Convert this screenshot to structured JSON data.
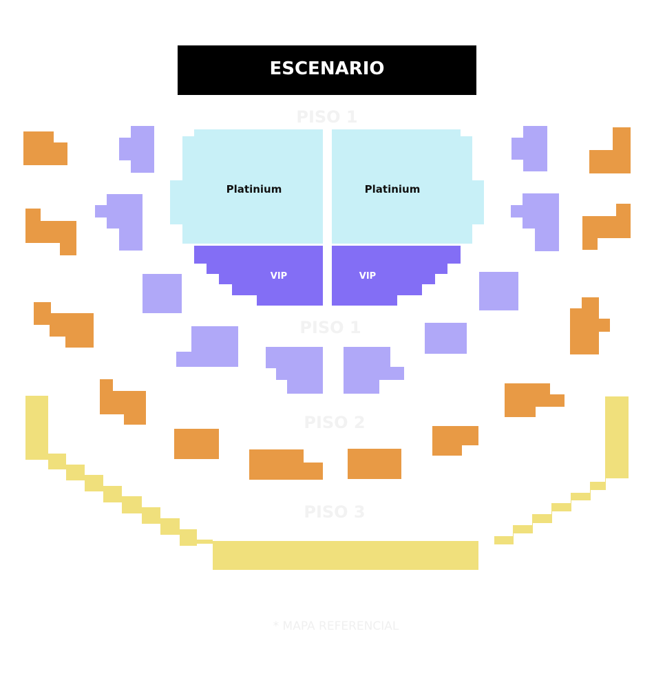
{
  "stage": {
    "label": "ESCENARIO",
    "color": "#000000"
  },
  "zones": {
    "platinium_left": "Platinium",
    "platinium_right": "Platinium",
    "vip_left": "VIP",
    "vip_right": "VIP"
  },
  "floors": {
    "floor1_top": "PISO 1",
    "floor1_mid": "PISO 1",
    "floor2": "PISO 2",
    "floor3": "PISO 3"
  },
  "note": "* MAPA REFERENCIAL",
  "colors": {
    "platinium": "#c8f0f7",
    "vip": "#836ef5",
    "floor1": "#b0a8f8",
    "floor2": "#e89a45",
    "floor3": "#f0e07c"
  }
}
